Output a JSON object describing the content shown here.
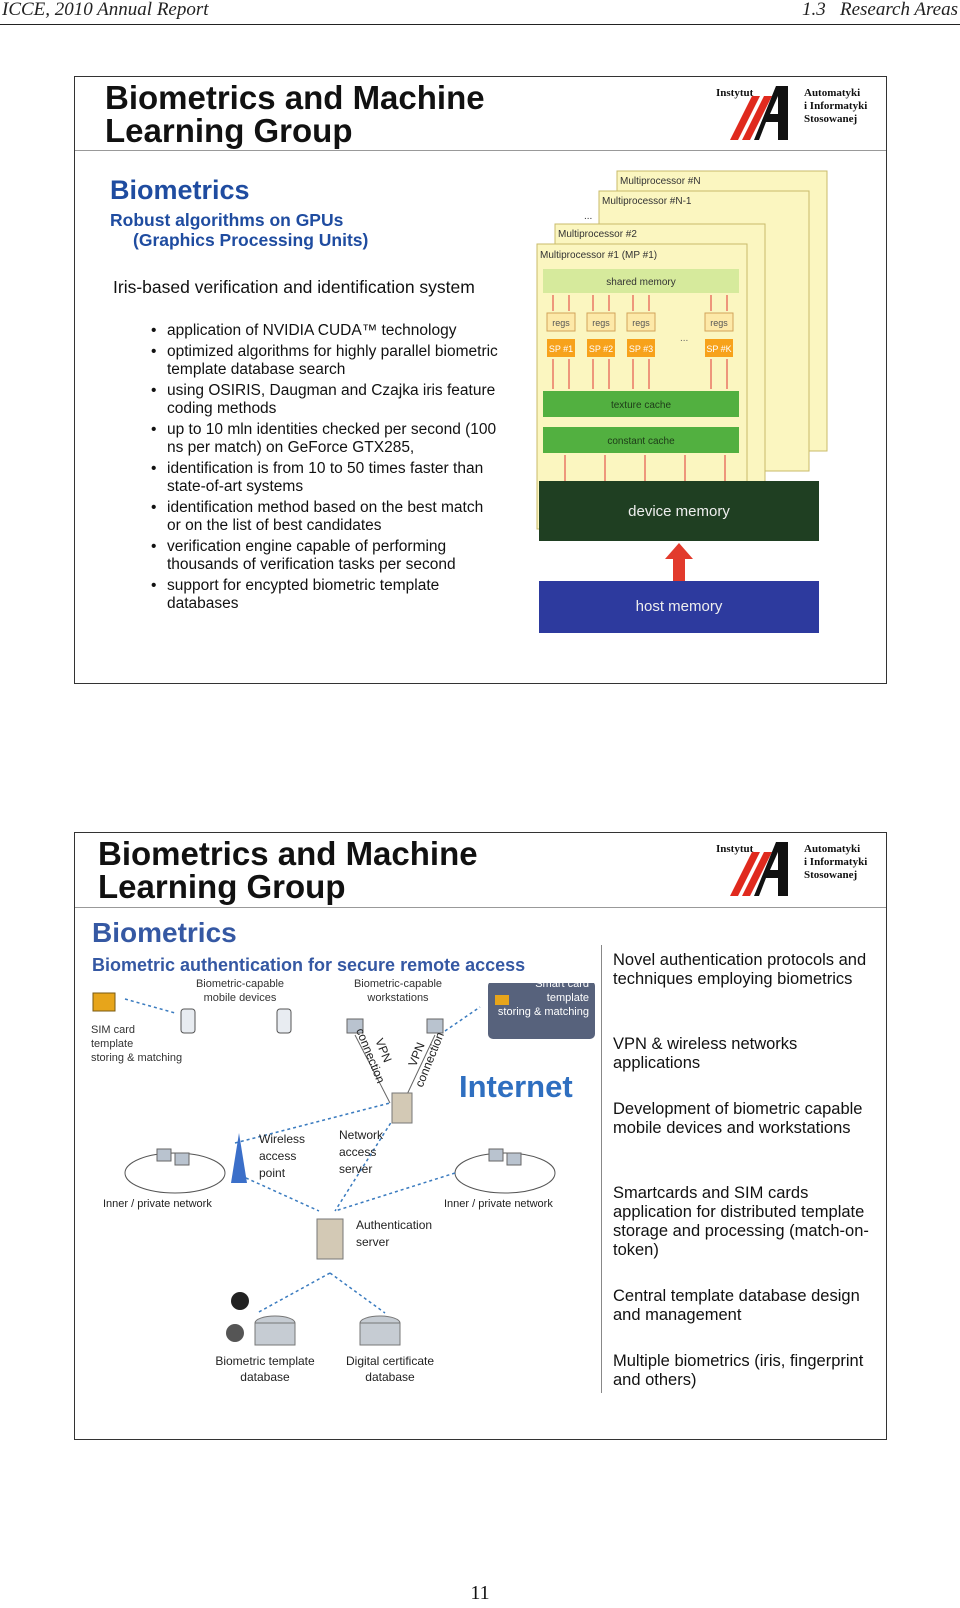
{
  "header": {
    "left": "ICCE, 2010 Annual Report",
    "right_num": "1.3",
    "right_text": "Research Areas"
  },
  "slide1": {
    "title_line1": "Biometrics and Machine",
    "title_line2": "Learning Group",
    "logo": {
      "instytut": "Instytut",
      "name_l1": "Automatyki",
      "name_l2": "i Informatyki",
      "name_l3": "Stosowanej"
    },
    "heading": "Biometrics",
    "sub1": "Robust algorithms on GPUs",
    "sub2": "(Graphics Processing Units)",
    "section": "Iris-based verification and identification system",
    "bullets": [
      "application of NVIDIA CUDA™ technology",
      "optimized algorithms for highly parallel biometric template database search",
      "using OSIRIS, Daugman and Czajka iris feature coding methods",
      "up to 10 mln identities checked per second (100 ns per match) on GeForce GTX285,",
      "identification is from 10 to 50 times faster than state-of-art systems",
      "identification method based on the best match or on the list of best candidates",
      "verification engine capable of performing thousands of verification tasks per second",
      "support for encypted biometric template databases"
    ],
    "gpu": {
      "mp_n": "Multiprocessor #N",
      "mp_n1": "Multiprocessor #N-1",
      "dots": "...",
      "mp_2": "Multiprocessor #2",
      "mp_1": "Multiprocessor #1 (MP #1)",
      "shared": "shared memory",
      "regs": "regs",
      "sp1": "SP #1",
      "sp2": "SP #2",
      "sp3": "SP #3",
      "spk": "SP #K",
      "ell": "...",
      "texture": "texture cache",
      "constant": "constant cache",
      "device": "device memory",
      "host": "host memory"
    }
  },
  "slide2": {
    "title_line1": "Biometrics and Machine",
    "title_line2": "Learning Group",
    "logo": {
      "instytut": "Instytut",
      "name_l1": "Automatyki",
      "name_l2": "i Informatyki",
      "name_l3": "Stosowanej"
    },
    "heading": "Biometrics",
    "sub": "Biometric authentication for secure remote access",
    "diagram": {
      "mobile": "Biometric-capable\nmobile devices",
      "workst": "Biometric-capable\nworkstations",
      "smart": "Smart card\ntemplate\nstoring & matching",
      "sim": "SIM card\ntemplate\nstoring & matching",
      "vpn": "VPN\nconnection",
      "internet": "Internet",
      "wireless": "Wireless\naccess\npoint",
      "network": "Network\naccess\nserver",
      "inner_l": "Inner / private network",
      "inner_r": "Inner / private network",
      "auth": "Authentication\nserver",
      "biodb": "Biometric template\ndatabase",
      "certdb": "Digital certificate\ndatabase"
    },
    "right": [
      "Novel authentication protocols and techniques employing biometrics",
      "VPN & wireless networks applications",
      "Development of biometric capable mobile devices and workstations",
      "Smartcards and SIM cards application for distributed template storage and processing (match-on-token)",
      "Central template database design and management",
      "Multiple biometrics (iris, fingerprint and others)"
    ]
  },
  "page_number": "11",
  "colors": {
    "blue": "#1f4ca0",
    "logo_red": "#e02a1e",
    "dark_green": "#1f3f22",
    "host_blue": "#2d3a9e",
    "yellow": "#fbf6c0"
  }
}
